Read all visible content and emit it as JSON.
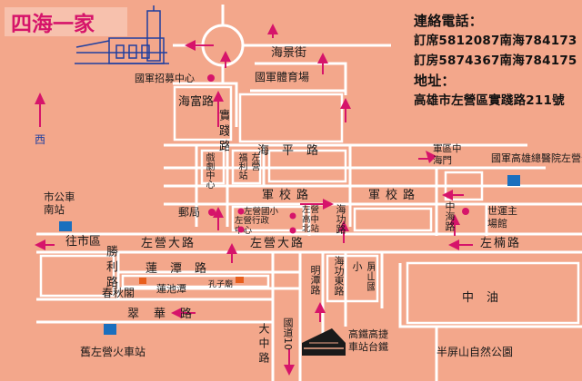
{
  "brand": {
    "name": "四海一家"
  },
  "contact": {
    "phone_heading": "連絡電話：",
    "line1": "訂席5812087南海784173",
    "line2": "訂房5874367南海784175",
    "address_heading": "地址：",
    "address": "高雄市左營區實踐路211號"
  },
  "compass": {
    "label": "西"
  },
  "roads": {
    "haijing": "海景街",
    "haifu": "海富路",
    "shijian": "實踐路",
    "haiping": "海平路",
    "junxiao_left": "軍校路",
    "junxiao_right": "軍校路",
    "zuoying": "左營大路",
    "zuoying_right": "左營大路",
    "zuonan": "左楠路",
    "lianchi": "蓮潭路",
    "cuihua": "翠華路",
    "shengli": "勝利路",
    "dazhong": "大中路",
    "guodao": "國道10",
    "haigong": "海功路",
    "haigong_east": "海功東路",
    "mingtan": "明潭路",
    "zhonghai": "中海路",
    "to_city": "往市區"
  },
  "places": {
    "recruit": "國軍招募中心",
    "stadium": "國軍體育場",
    "theater": "戲劇中心",
    "fuli": "福利站",
    "zuoying_small": "左營",
    "post": "郵局",
    "school_small": "左營國小",
    "gov": "左營行政中心",
    "high_school": "左營高中",
    "north_station": "北站",
    "military_gate": "軍區中海門",
    "hospital": "國軍高雄總醫院左營分院",
    "world_arena": "世運主場館",
    "bus_station": "市公車南站",
    "spring_autumn": "春秋閣",
    "lotus_pond": "蓮池潭",
    "confucius": "孔子廟",
    "pingshan_school": "屏山國小",
    "zhong_you": "中油",
    "old_train": "舊左營火車站",
    "hsr": "高鐵高捷車站台鐵",
    "banpingshan": "半屏山自然公園"
  }
}
